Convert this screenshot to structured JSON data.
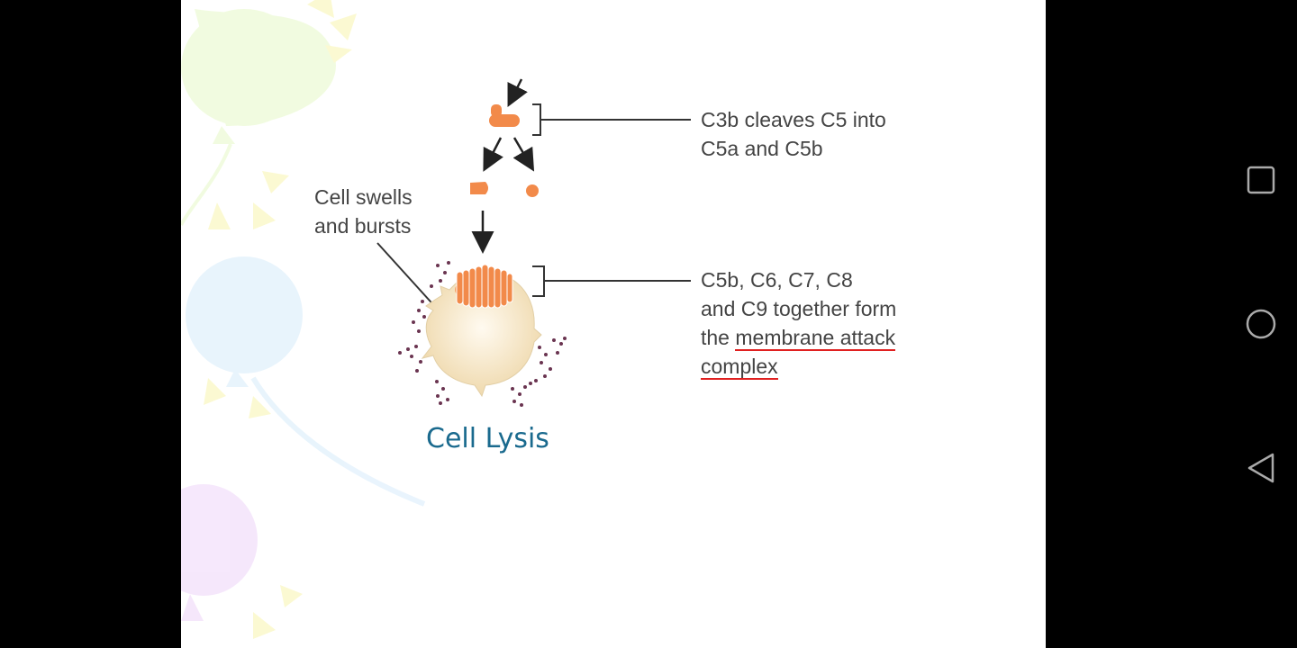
{
  "diagram": {
    "label_c3b": [
      "C3b cleaves C5 into",
      "C5a and C5b"
    ],
    "label_mac": {
      "line1": "C5b, C6, C7, C8",
      "line2": "and C9 together form",
      "line3_prefix": "the ",
      "line3_underlined": "membrane attack",
      "line4_underlined": "complex"
    },
    "label_swell": [
      "Cell swells",
      "and bursts"
    ],
    "caption": "Cell Lysis"
  },
  "colors": {
    "caption": "#1a6a8e",
    "protein": "#f28a4a",
    "cell": "#f6e6c4",
    "underline": "#e02020"
  },
  "navigation": {
    "recent_apps": "square-icon",
    "home": "circle-icon",
    "back": "triangle-back-icon"
  }
}
